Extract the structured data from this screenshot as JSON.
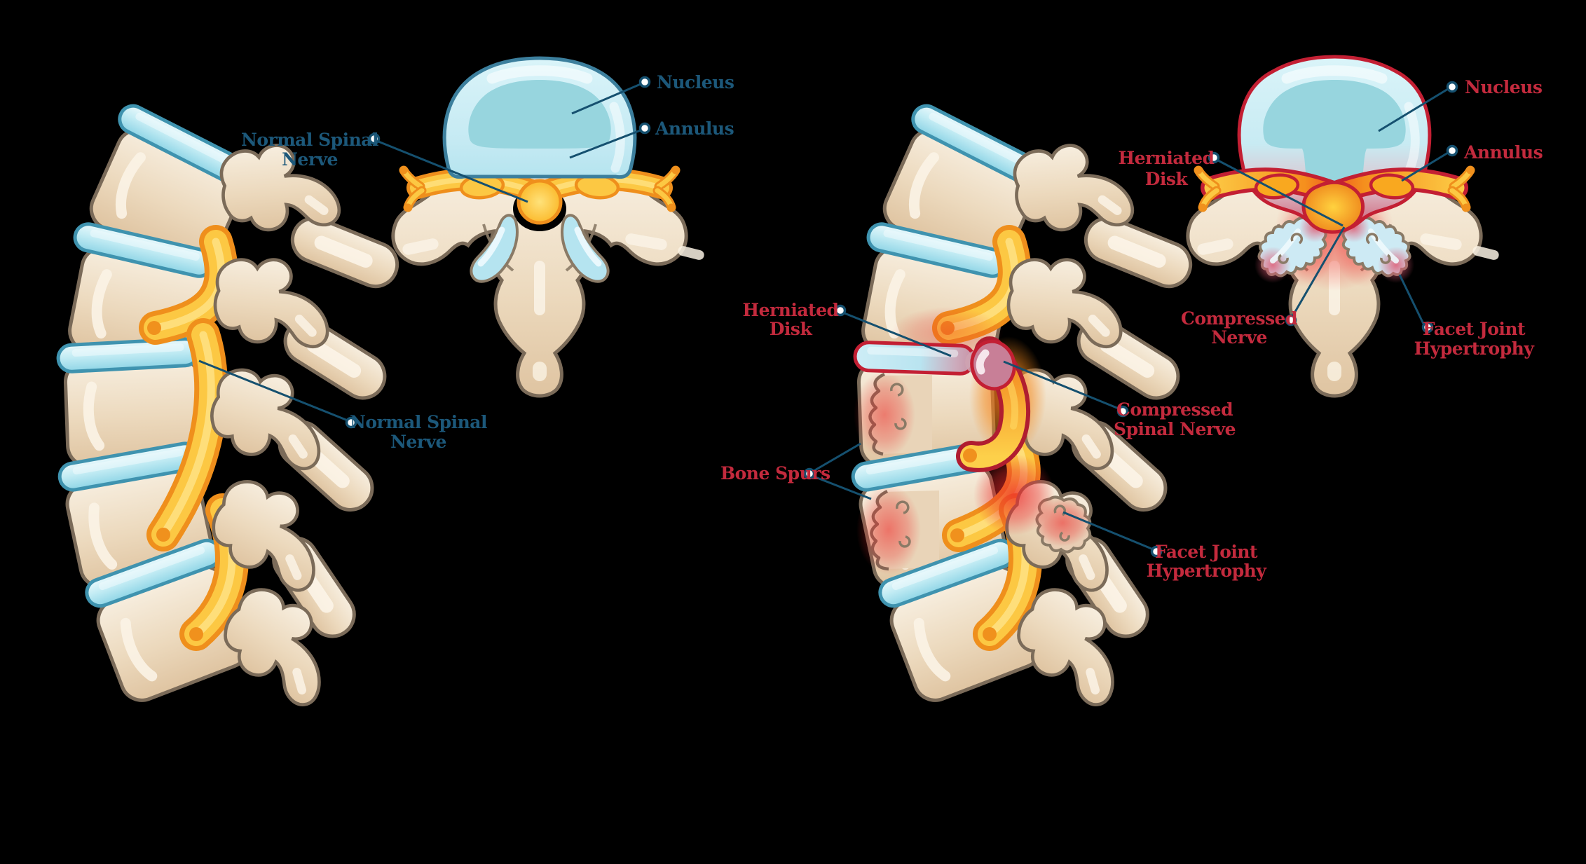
{
  "background": "#000000",
  "colors": {
    "label_blue": "#1c587a",
    "label_red": "#c32a3d",
    "leader_line": "#15506f",
    "bone_fill": "#ecd9bd",
    "bone_stroke": "#7b6b59",
    "disk_blue": "#9fdcea",
    "disk_stroke": "#3f93af",
    "nerve_yellow": "#fcc843",
    "nerve_stroke": "#ef8f1c",
    "herniation_red": "#c31f33"
  },
  "normal_panel": {
    "labels": {
      "spinal_nerve_upper": {
        "line1": "Normal Spinal",
        "line2": "Nerve"
      },
      "nucleus": {
        "text": "Nucleus"
      },
      "annulus": {
        "text": "Annulus"
      },
      "spinal_nerve_lower": {
        "line1": "Normal Spinal",
        "line2": "Nerve"
      }
    }
  },
  "herniated_panel": {
    "labels": {
      "herniated_disk_axial": {
        "line1": "Herniated",
        "line2": "Disk"
      },
      "nucleus": {
        "text": "Nucleus"
      },
      "annulus": {
        "text": "Annulus"
      },
      "compressed_nerve": {
        "line1": "Compressed",
        "line2": "Nerve"
      },
      "facet_joint_hypertrophy_axial": {
        "line1": "Facet Joint",
        "line2": "Hypertrophy"
      },
      "herniated_disk_lateral": {
        "line1": "Herniated",
        "line2": "Disk"
      },
      "compressed_spinal_nerve": {
        "line1": "Compressed",
        "line2": "Spinal Nerve"
      },
      "bone_spurs": {
        "text": "Bone Spurs"
      },
      "facet_joint_hypertrophy_lateral": {
        "line1": "Facet Joint",
        "line2": "Hypertrophy"
      }
    }
  }
}
